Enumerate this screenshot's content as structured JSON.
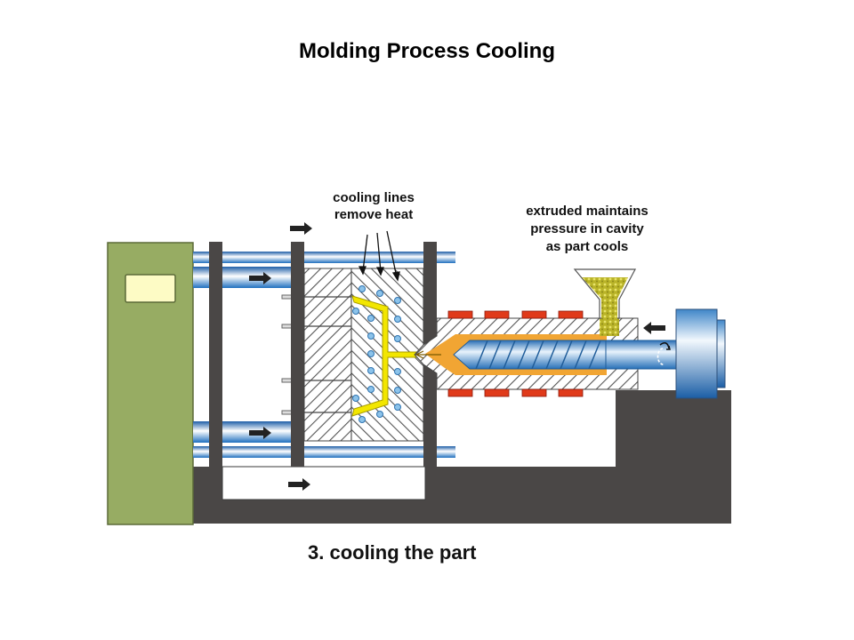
{
  "slide": {
    "title": "Molding Process Cooling"
  },
  "diagram": {
    "annotations": {
      "cooling_lines": [
        "cooling lines",
        "remove heat"
      ],
      "extruder": [
        "extruded maintains",
        "pressure in cavity",
        "as part cools"
      ]
    },
    "caption": "3. cooling the part",
    "icons": [
      "arrow-right-icon",
      "arrow-left-icon",
      "rotation-icon"
    ],
    "colors": {
      "frame": "#4a4746",
      "control_cabinet": "#97ac63",
      "control_panel": "#fdfbc5",
      "tie_bar": "#2f7fc4",
      "molten_plastic": "#f2e600",
      "heater_band": "#e03a1a",
      "melt": "#f1a533",
      "screw": "#5aa4dc",
      "pellets": "#c8c23a"
    }
  }
}
